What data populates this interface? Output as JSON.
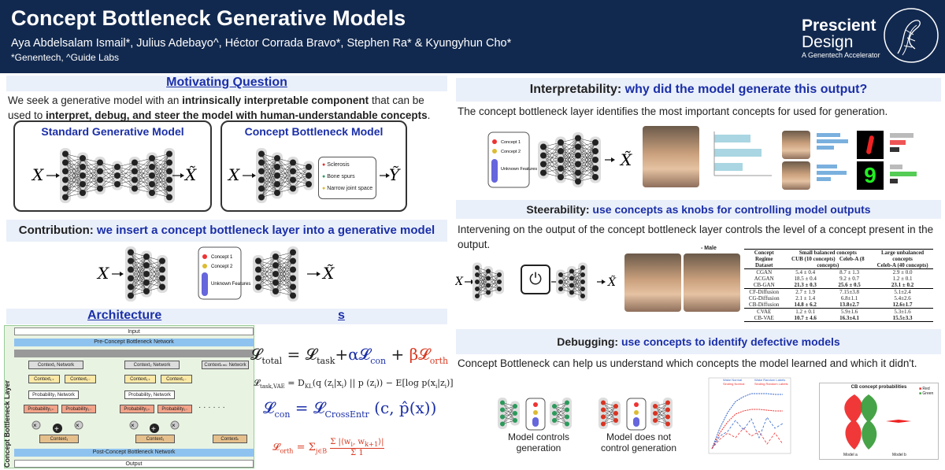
{
  "header": {
    "title": "Concept Bottleneck Generative Models",
    "authors": "Aya Abdelsalam Ismail*, Julius Adebayo^,  Héctor Corrada Bravo*, Stephen Ra* &  Kyungyhun Cho*",
    "affiliations": "*Genentech, ^Guide Labs",
    "brand_line1": "Prescient",
    "brand_line2": "Design",
    "brand_line3": "A Genentech Accelerator"
  },
  "left": {
    "motivating_title": "Motivating Question",
    "motivating_text_1": "We seek a generative model with an ",
    "motivating_bold_1": "intrinsically interpretable component",
    "motivating_text_2": " that can be used to ",
    "motivating_bold_2": "interpret, debug, and steer the model with human-understandable concepts",
    "motivating_text_3": ".",
    "standard_title": "Standard Generative Model",
    "cb_title": "Concept Bottleneck Model",
    "cb_concepts": [
      "Sclerosis",
      "Bone spurs",
      "Narrow joint space"
    ],
    "contribution_label": "Contribution:",
    "contribution_text": " we insert a concept bottleneck layer into a generative model",
    "concept_labels": [
      "Concept 1",
      "Concept 2",
      "Unknown Features"
    ],
    "architecture_title": "Architecture",
    "loss_title": "s",
    "arch": {
      "side_label": "Concept Bottleneck Layer",
      "input": "Input",
      "pre": "Pre-Concept Bottleneck Network",
      "ctx_net_1": "Context₁ Network",
      "ctx_net_2": "Context₂ Network",
      "ctx_net_3": "Contextₖₘₖ Network",
      "ctx_plus": "Context₁₊",
      "ctx_minus": "Context₁₋",
      "prob_net": "Probability₁ Network",
      "prob_plus": "Probability₁₊",
      "prob_minus": "Probability₁₋",
      "ctx_out": "Context₁",
      "ctx_out_k": "Contextₖ",
      "post": "Post-Concept Bottleneck Network",
      "output": "Output"
    }
  },
  "right": {
    "interp_label": "Interpretability:",
    "interp_text": " why did the model generate this output?",
    "interp_desc": "The concept bottleneck layer identifies the most important concepts for used for generation.",
    "steer_label": "Steerability:",
    "steer_text": " use concepts as knobs for controlling model outputs",
    "steer_desc": "Intervening on the output of the concept bottleneck layer controls the level of a concept present in the output.",
    "steer_img_label": "- Male",
    "debug_label": "Debugging:",
    "debug_text": " use concepts to identify defective models",
    "debug_desc": "Concept Bottleneck can help us understand which concepts the model learned and which it didn't.",
    "debug_good": "Model controls generation",
    "debug_bad": "Model does not control generation",
    "violin_title": "CB concept probabilities",
    "violin_legend": [
      "Red",
      "Green"
    ],
    "violin_x": [
      "Model a",
      "Model b"
    ],
    "line_legend": [
      "Wake Normal",
      "Sinding Normal",
      "Wake Random Labels",
      "Sinding Random Labels"
    ]
  },
  "table": {
    "h1": "Concept Regime",
    "h1b": "Dataset",
    "h2": "Small balanced concepts",
    "h2a": "CUB (10 concepts)",
    "h2b": "Celeb-A (8 concepts)",
    "h3": "Large unbalanced concepts",
    "h3b": "Celeb-A (40 concepts)",
    "rows": [
      [
        "CGAN",
        "5.4 ± 0.4",
        "8.7 ± 1.3",
        "2.9 ± 0.0"
      ],
      [
        "ACGAN",
        "18.5 ± 0.4",
        "9.2 ± 0.7",
        "1.2 ± 0.1"
      ],
      [
        "CB-GAN",
        "21.3 ± 0.3",
        "25.6 ± 0.5",
        "23.1 ± 0.2"
      ],
      [
        "CF-Diffusion",
        "2.7 ± 1.9",
        "7.15±3.8",
        "5.1±2.4"
      ],
      [
        "CG-Diffusion",
        "2.1 ± 1.4",
        "6.8±1.1",
        "5.4±2.6"
      ],
      [
        "CB-Diffusion",
        "14.8 ± 6.2",
        "13.8±2.7",
        "12.6±1.7"
      ],
      [
        "CVAE",
        "1.2 ± 0.1",
        "5.9±1.6",
        "5.3±1.6"
      ],
      [
        "CB-VAE",
        "10.7 ± 4.6",
        "16.3±4.1",
        "15.5±3.3"
      ]
    ]
  },
  "colors": {
    "navy": "#12294f",
    "accent": "#1b2fa8",
    "orth": "#d93a22",
    "beta": "#d93a22",
    "alpha": "#1b2fa8"
  }
}
